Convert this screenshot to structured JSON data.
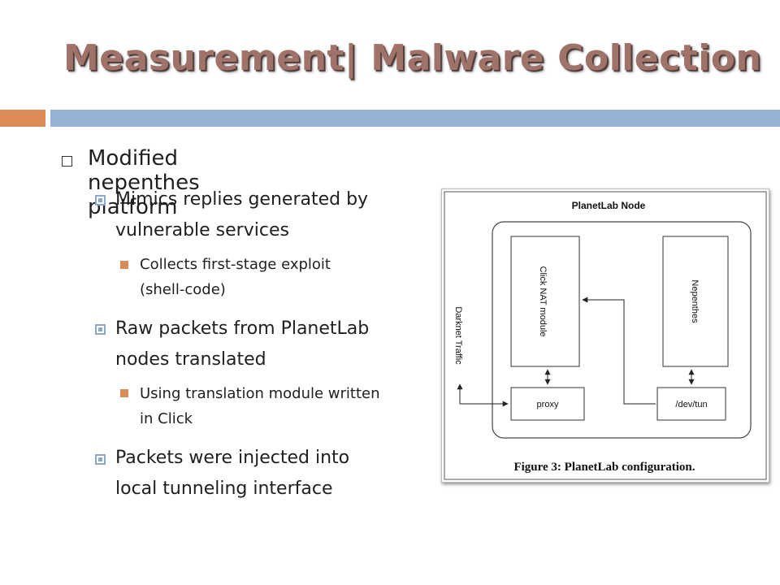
{
  "slide": {
    "title": "Measurement| Malware Collection",
    "bullets": {
      "b1": "Modified nepenthes platform",
      "b2": [
        "Mimics replies generated by",
        "vulnerable services"
      ],
      "b3": [
        "Collects first-stage exploit",
        "(shell-code)"
      ],
      "b4": [
        "Raw packets from PlanetLab",
        "nodes translated"
      ],
      "b5": [
        "Using translation module written",
        "in Click"
      ],
      "b6": [
        "Packets were injected into",
        "local tunneling interface"
      ]
    }
  },
  "figure": {
    "node_title": "PlanetLab Node",
    "click_nat": "Click NAT module",
    "nepenthes": "Nepenthes",
    "proxy": "proxy",
    "devtun": "/dev/tun",
    "darknet": "Darknet Traffic",
    "caption": "Figure 3: PlanetLab configuration."
  },
  "colors": {
    "title": "#a0736a",
    "accent_orange": "#dc8a56",
    "accent_blue": "#95b3d5"
  }
}
